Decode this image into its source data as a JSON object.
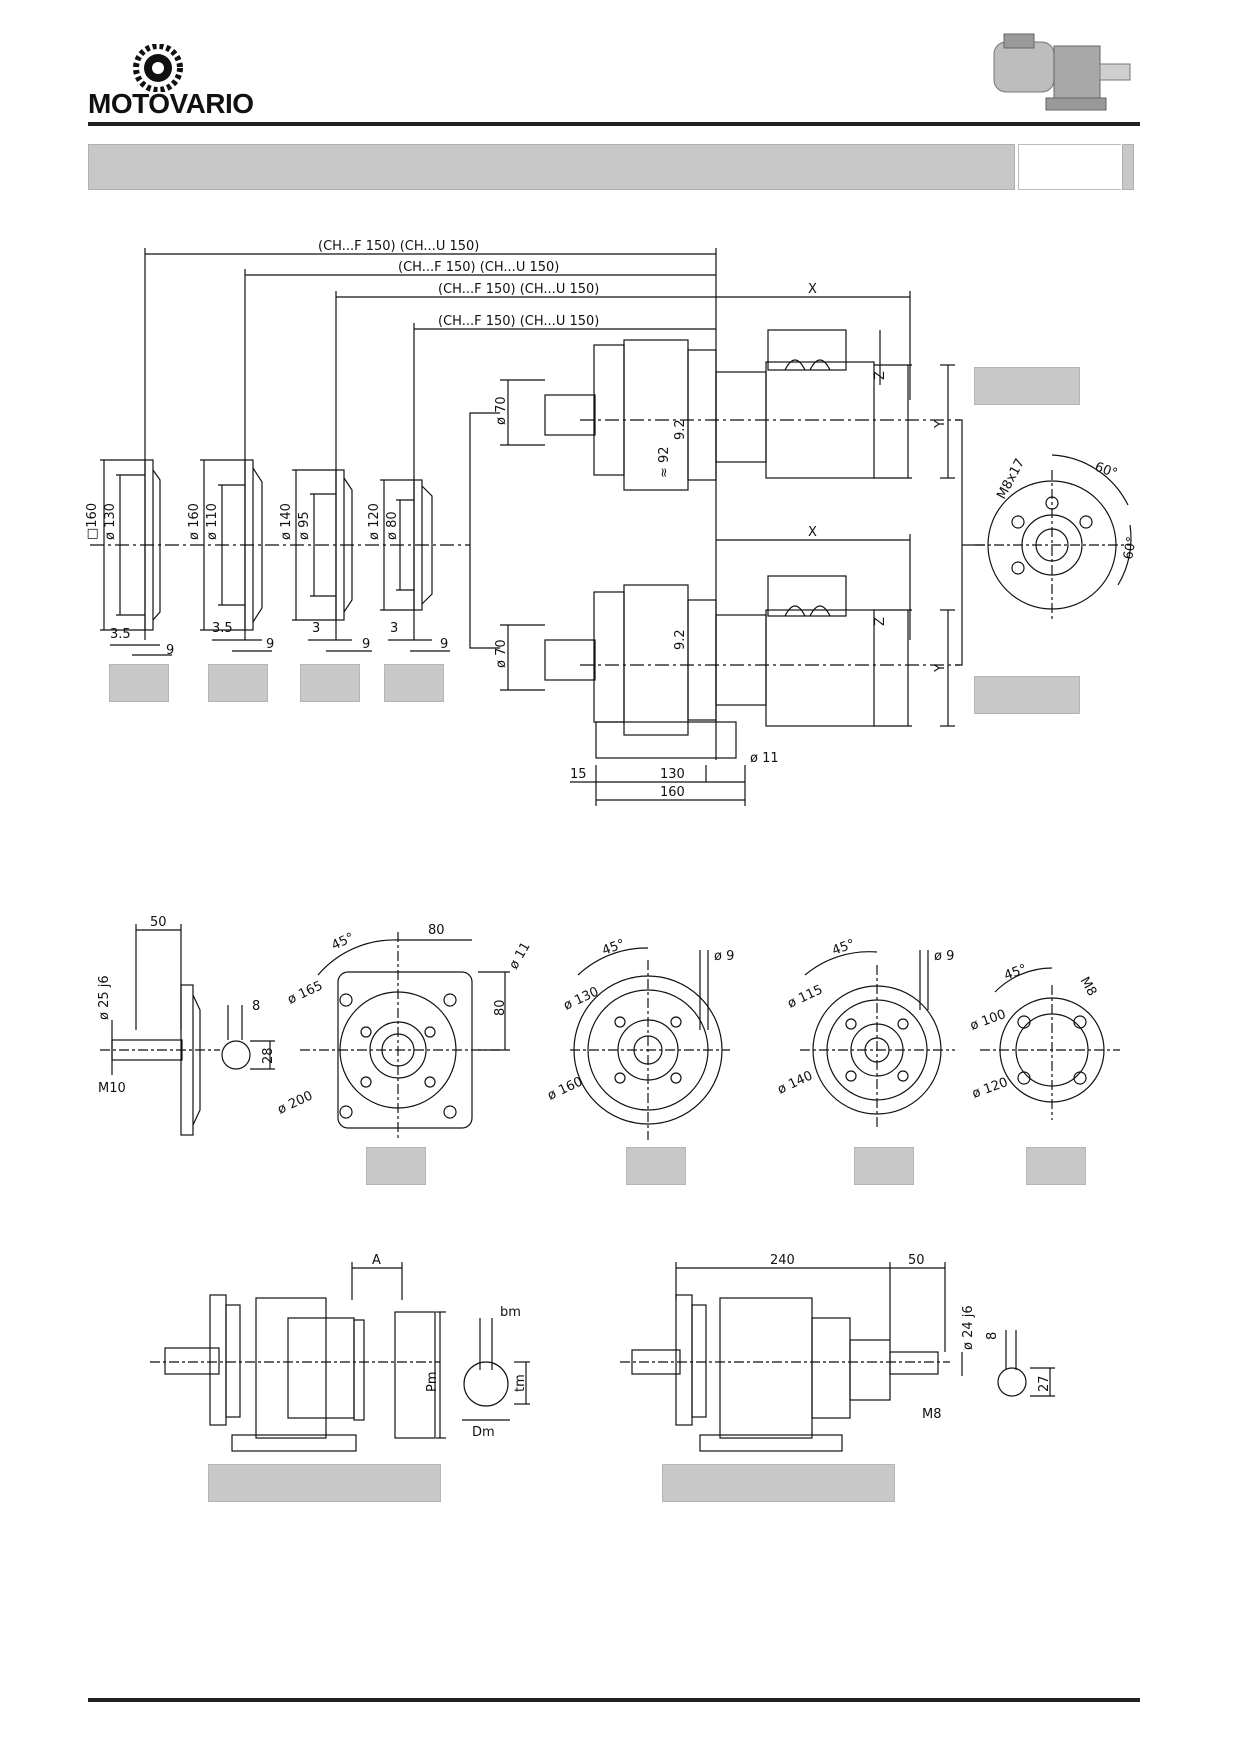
{
  "brand": {
    "name": "MOTOVARIO"
  },
  "icons": {
    "logo": "motovario-gear-logo-icon",
    "product": "gearmotor-product-icon"
  },
  "colors": {
    "band": "#c8c8c8",
    "line": "#111111",
    "rule": "#222222"
  },
  "flange_dims": {
    "ch_f_150": [
      "(CH...F  150)  (CH...U  150)",
      "(CH...F  150)  (CH...U  150)",
      "(CH...F  150)  (CH...U  150)",
      "(CH...F  150)  (CH...U  150)"
    ],
    "flanges": [
      {
        "outer": "□160",
        "inner": "ø 130",
        "offset": "3.5",
        "thick": "9"
      },
      {
        "outer": "ø 160",
        "inner": "ø 110",
        "offset": "3.5",
        "thick": "9"
      },
      {
        "outer": "ø 140",
        "inner": "ø 95",
        "offset": "3",
        "thick": "9"
      },
      {
        "outer": "ø 120",
        "inner": "ø 80",
        "offset": "3",
        "thick": "9"
      }
    ]
  },
  "motor_dims": {
    "x": "X",
    "y": "Y",
    "z": "Z",
    "shaft_dia": "ø 70",
    "offset_92": "9.2",
    "approx_92": "≈ 92",
    "foot": {
      "a": "15",
      "b": "130",
      "c": "160",
      "hole": "ø 11"
    },
    "flange_view": {
      "thread": "M8x17",
      "angle1": "60°",
      "angle2": "60°"
    }
  },
  "shaft_dims": {
    "length": "50",
    "dia": "ø 25 j6",
    "thread": "M10",
    "key_w": "8",
    "key_h": "28"
  },
  "flange_views": [
    {
      "angle": "45°",
      "dim1": "80",
      "dim2": "80",
      "pcd": "ø 165",
      "outer": "ø 200",
      "hole": "ø 11"
    },
    {
      "angle": "45°",
      "pcd": "ø 130",
      "outer": "ø 160",
      "hole": "ø 9"
    },
    {
      "angle": "45°",
      "pcd": "ø 115",
      "outer": "ø 140",
      "hole": "ø 9"
    },
    {
      "angle": "45°",
      "pcd": "ø 100",
      "outer": "ø 120",
      "thread": "M8"
    }
  ],
  "bottom_views": {
    "left": {
      "a": "A",
      "bm": "bm",
      "pm": "Pm",
      "tm": "tm",
      "dm": "Dm"
    },
    "right": {
      "length": "240",
      "ext": "50",
      "dia": "ø 24 j6",
      "key_w": "8",
      "key_h": "27",
      "thread": "M8"
    }
  }
}
